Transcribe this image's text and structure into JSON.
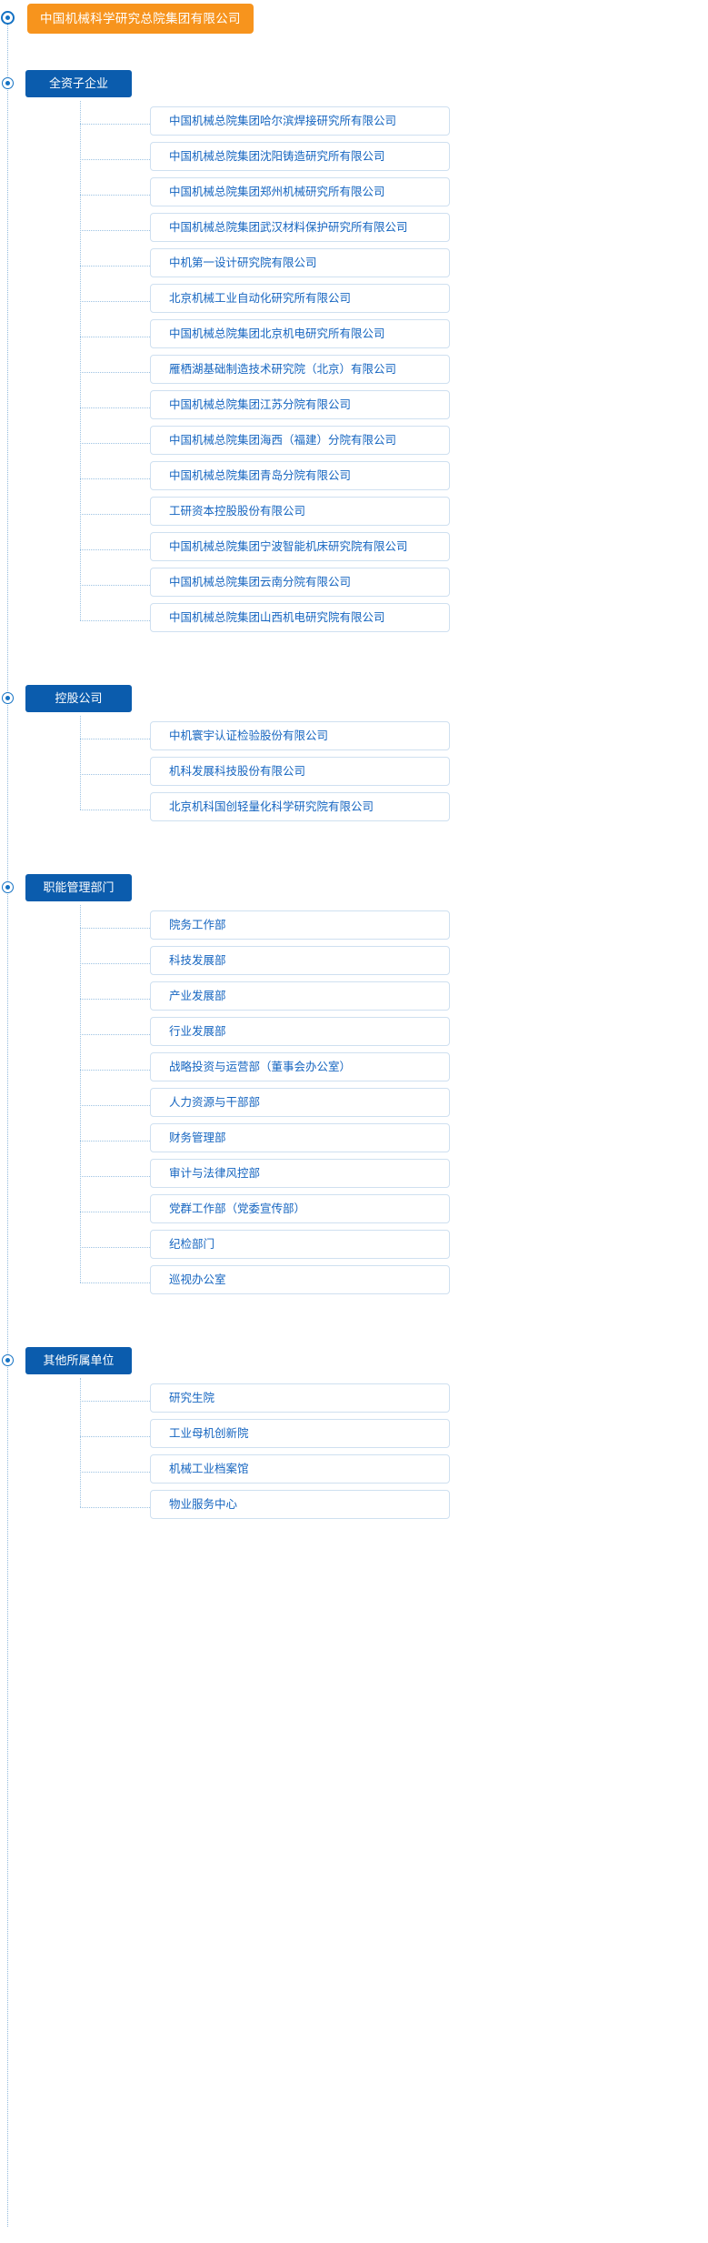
{
  "colors": {
    "root_bg": "#f7941d",
    "group_header_bg": "#0b5cad",
    "item_text": "#1565c0",
    "item_border": "#cfe0f0",
    "line": "#9cc2e2",
    "marker": "#1472c4"
  },
  "root": {
    "label": "中国机械科学研究总院集团有限公司"
  },
  "groups": [
    {
      "label": "全资子企业",
      "items": [
        "中国机械总院集团哈尔滨焊接研究所有限公司",
        "中国机械总院集团沈阳铸造研究所有限公司",
        "中国机械总院集团郑州机械研究所有限公司",
        "中国机械总院集团武汉材料保护研究所有限公司",
        "中机第一设计研究院有限公司",
        "北京机械工业自动化研究所有限公司",
        "中国机械总院集团北京机电研究所有限公司",
        "雁栖湖基础制造技术研究院（北京）有限公司",
        "中国机械总院集团江苏分院有限公司",
        "中国机械总院集团海西（福建）分院有限公司",
        "中国机械总院集团青岛分院有限公司",
        "工研资本控股股份有限公司",
        "中国机械总院集团宁波智能机床研究院有限公司",
        "中国机械总院集团云南分院有限公司",
        "中国机械总院集团山西机电研究院有限公司"
      ]
    },
    {
      "label": "控股公司",
      "items": [
        "中机寰宇认证检验股份有限公司",
        "机科发展科技股份有限公司",
        "北京机科国创轻量化科学研究院有限公司"
      ]
    },
    {
      "label": "职能管理部门",
      "items": [
        "院务工作部",
        "科技发展部",
        "产业发展部",
        "行业发展部",
        "战略投资与运营部（董事会办公室）",
        "人力资源与干部部",
        "财务管理部",
        "审计与法律风控部",
        "党群工作部（党委宣传部）",
        "纪检部门",
        "巡视办公室"
      ]
    },
    {
      "label": "其他所属单位",
      "items": [
        "研究生院",
        "工业母机创新院",
        "机械工业档案馆",
        "物业服务中心"
      ]
    }
  ]
}
